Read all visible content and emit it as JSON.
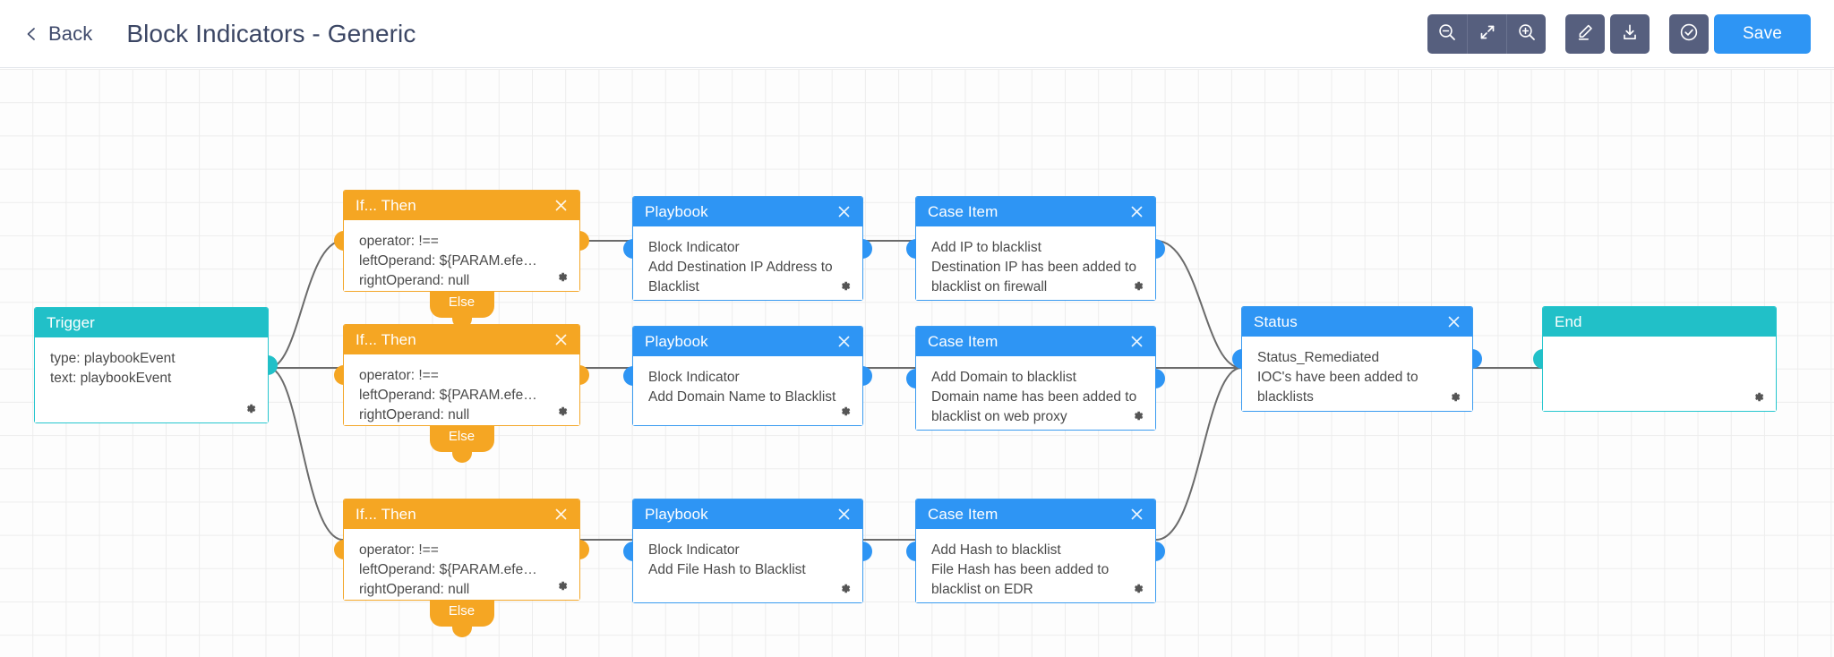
{
  "header": {
    "back_label": "Back",
    "title": "Block Indicators - Generic",
    "back_icon": "chevron-left-icon",
    "tools": [
      {
        "name": "zoom-out-button",
        "icon": "zoom-out-icon"
      },
      {
        "name": "fit-screen-button",
        "icon": "fit-to-screen-icon"
      },
      {
        "name": "zoom-in-button",
        "icon": "zoom-in-icon"
      }
    ],
    "tools2": [
      {
        "name": "edit-button",
        "icon": "pencil-icon"
      },
      {
        "name": "download-button",
        "icon": "download-icon"
      }
    ],
    "validate": {
      "name": "validate-button",
      "icon": "check-circle-icon"
    },
    "save_label": "Save",
    "colors": {
      "button": "#565f7e",
      "save": "#2e95f4",
      "title": "#3b4664"
    }
  },
  "canvas": {
    "grid": "37px",
    "grid_color": "#ededed",
    "palette": {
      "teal": "#21c0c8",
      "blue": "#2e95f4",
      "orange": "#f5a623",
      "edge": "#6b6b6b"
    }
  },
  "nodes": {
    "trigger": {
      "title": "Trigger",
      "lines": [
        "type: playbookEvent",
        "text: playbookEvent"
      ]
    },
    "if_then_1": {
      "title": "If... Then",
      "lines": [
        "operator: !==",
        "leftOperand: ${PARAM.efe…",
        "rightOperand: null"
      ],
      "else_label": "Else"
    },
    "if_then_2": {
      "title": "If... Then",
      "lines": [
        "operator: !==",
        "leftOperand: ${PARAM.efe…",
        "rightOperand: null"
      ],
      "else_label": "Else"
    },
    "if_then_3": {
      "title": "If... Then",
      "lines": [
        "operator: !==",
        "leftOperand: ${PARAM.efe…",
        "rightOperand: null"
      ],
      "else_label": "Else"
    },
    "playbook_1": {
      "title": "Playbook",
      "lines": [
        "Block Indicator",
        "Add Destination IP Address to Blacklist"
      ]
    },
    "playbook_2": {
      "title": "Playbook",
      "lines": [
        "Block Indicator",
        "Add Domain Name to Blacklist"
      ]
    },
    "playbook_3": {
      "title": "Playbook",
      "lines": [
        "Block Indicator",
        "Add File Hash to Blacklist"
      ]
    },
    "case_item_1": {
      "title": "Case Item",
      "lines": [
        "Add IP to blacklist",
        "Destination IP has been added to blacklist on firewall"
      ]
    },
    "case_item_2": {
      "title": "Case Item",
      "lines": [
        "Add Domain to blacklist",
        "Domain name has been added to blacklist on web proxy"
      ]
    },
    "case_item_3": {
      "title": "Case Item",
      "lines": [
        "Add Hash to blacklist",
        "File Hash has been added to blacklist on EDR"
      ]
    },
    "status": {
      "title": "Status",
      "lines": [
        "Status_Remediated",
        "IOC's have been added to blacklists"
      ]
    },
    "end": {
      "title": "End",
      "lines": []
    }
  }
}
